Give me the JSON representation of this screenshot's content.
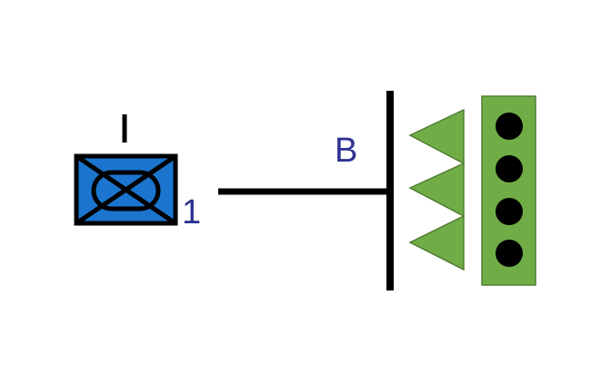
{
  "labels": {
    "unit_number": "1",
    "position_label": "B"
  },
  "colors": {
    "symbol_fill": "#1b75cf",
    "line": "#000000",
    "label": "#2e3192",
    "barrier_fill": "#70ad47",
    "barrier_stroke": "#507e32",
    "dot": "#000000"
  },
  "icons": {
    "unit": "unit-symbol-icon",
    "barrier": "obstacle-teeth-icon"
  },
  "counts": {
    "teeth": 3,
    "dots": 4
  }
}
